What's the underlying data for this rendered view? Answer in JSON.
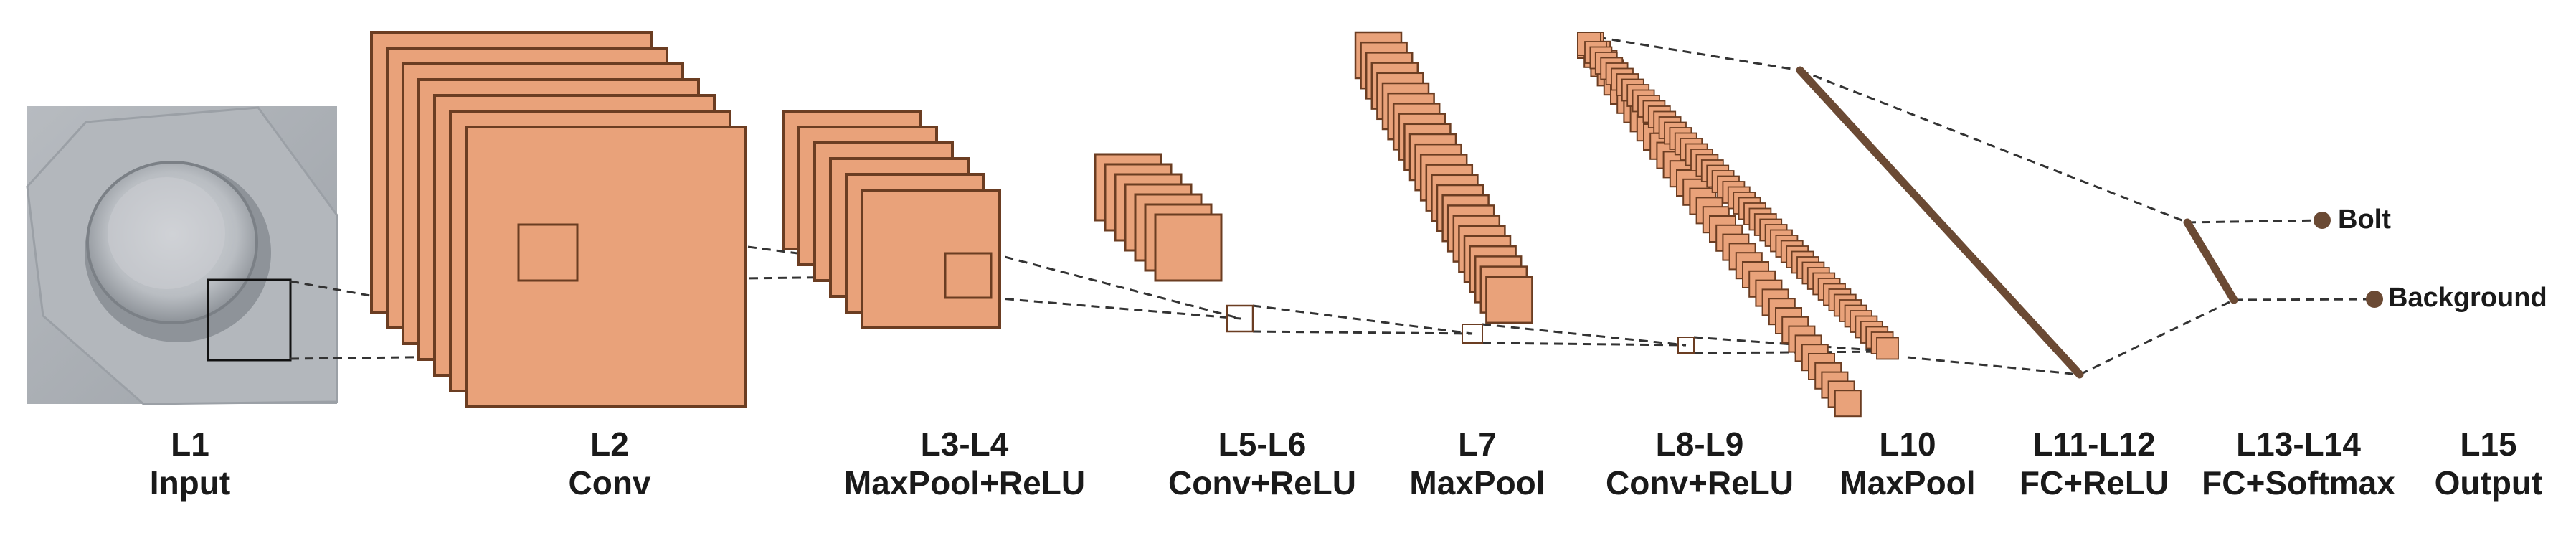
{
  "layers": [
    {
      "id": "L1",
      "name": "Input"
    },
    {
      "id": "L2",
      "name": "Conv"
    },
    {
      "id": "L3-L4",
      "name": "MaxPool+ReLU"
    },
    {
      "id": "L5-L6",
      "name": "Conv+ReLU"
    },
    {
      "id": "L7",
      "name": "MaxPool"
    },
    {
      "id": "L8-L9",
      "name": "Conv+ReLU"
    },
    {
      "id": "L10",
      "name": "MaxPool"
    },
    {
      "id": "L11-L12",
      "name": "FC+ReLU"
    },
    {
      "id": "L13-L14",
      "name": "FC+Softmax"
    },
    {
      "id": "L15",
      "name": "Output"
    }
  ],
  "outputs": [
    "Bolt",
    "Background"
  ],
  "colors": {
    "feature_map_fill": "#e9a27a",
    "feature_map_stroke": "#6b3d22",
    "fc_line": "#6b4a34",
    "dashed": "#333333",
    "input_bg": "#a9adb3"
  }
}
